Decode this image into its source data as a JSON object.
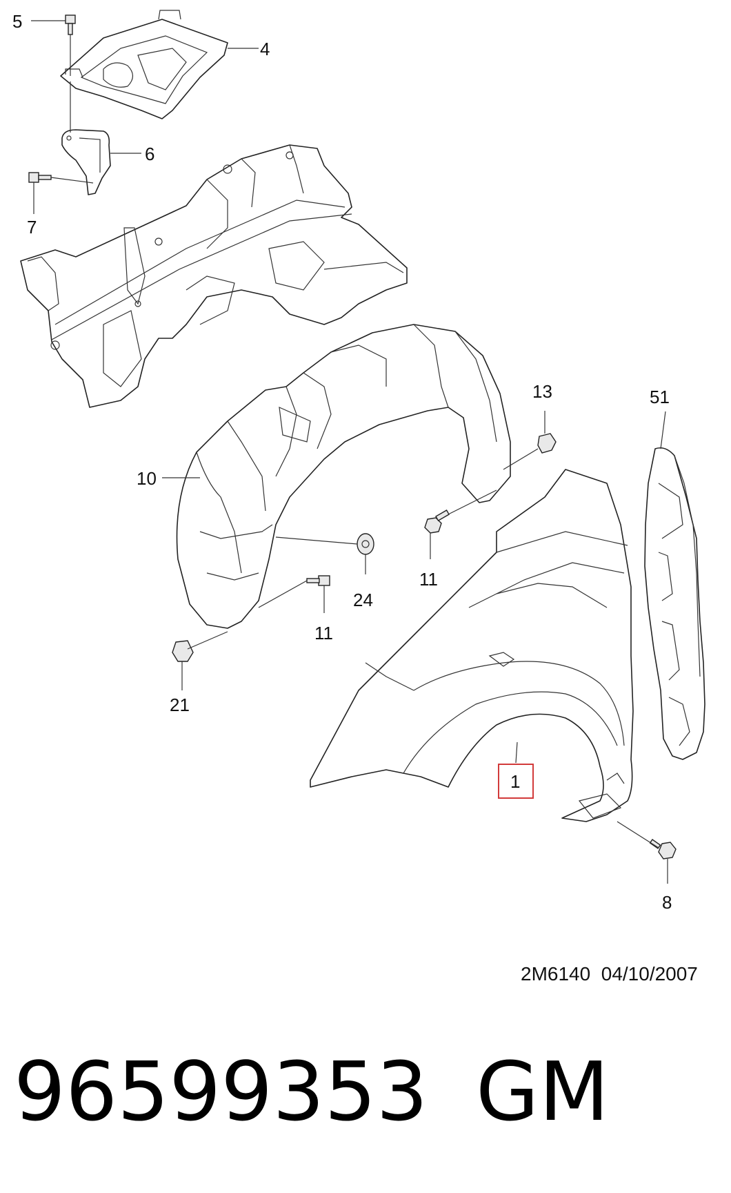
{
  "callouts": {
    "p5": "5",
    "p4": "4",
    "p6": "6",
    "p7": "7",
    "p13": "13",
    "p51": "51",
    "p10": "10",
    "p11a": "11",
    "p24": "24",
    "p11b": "11",
    "p21": "21",
    "p1": "1",
    "p8": "8"
  },
  "stamp": "2M6140  04/10/2007",
  "part_number": "96599353",
  "brand": "GM",
  "colors": {
    "highlight": "#d23a3a",
    "line": "#222222"
  }
}
